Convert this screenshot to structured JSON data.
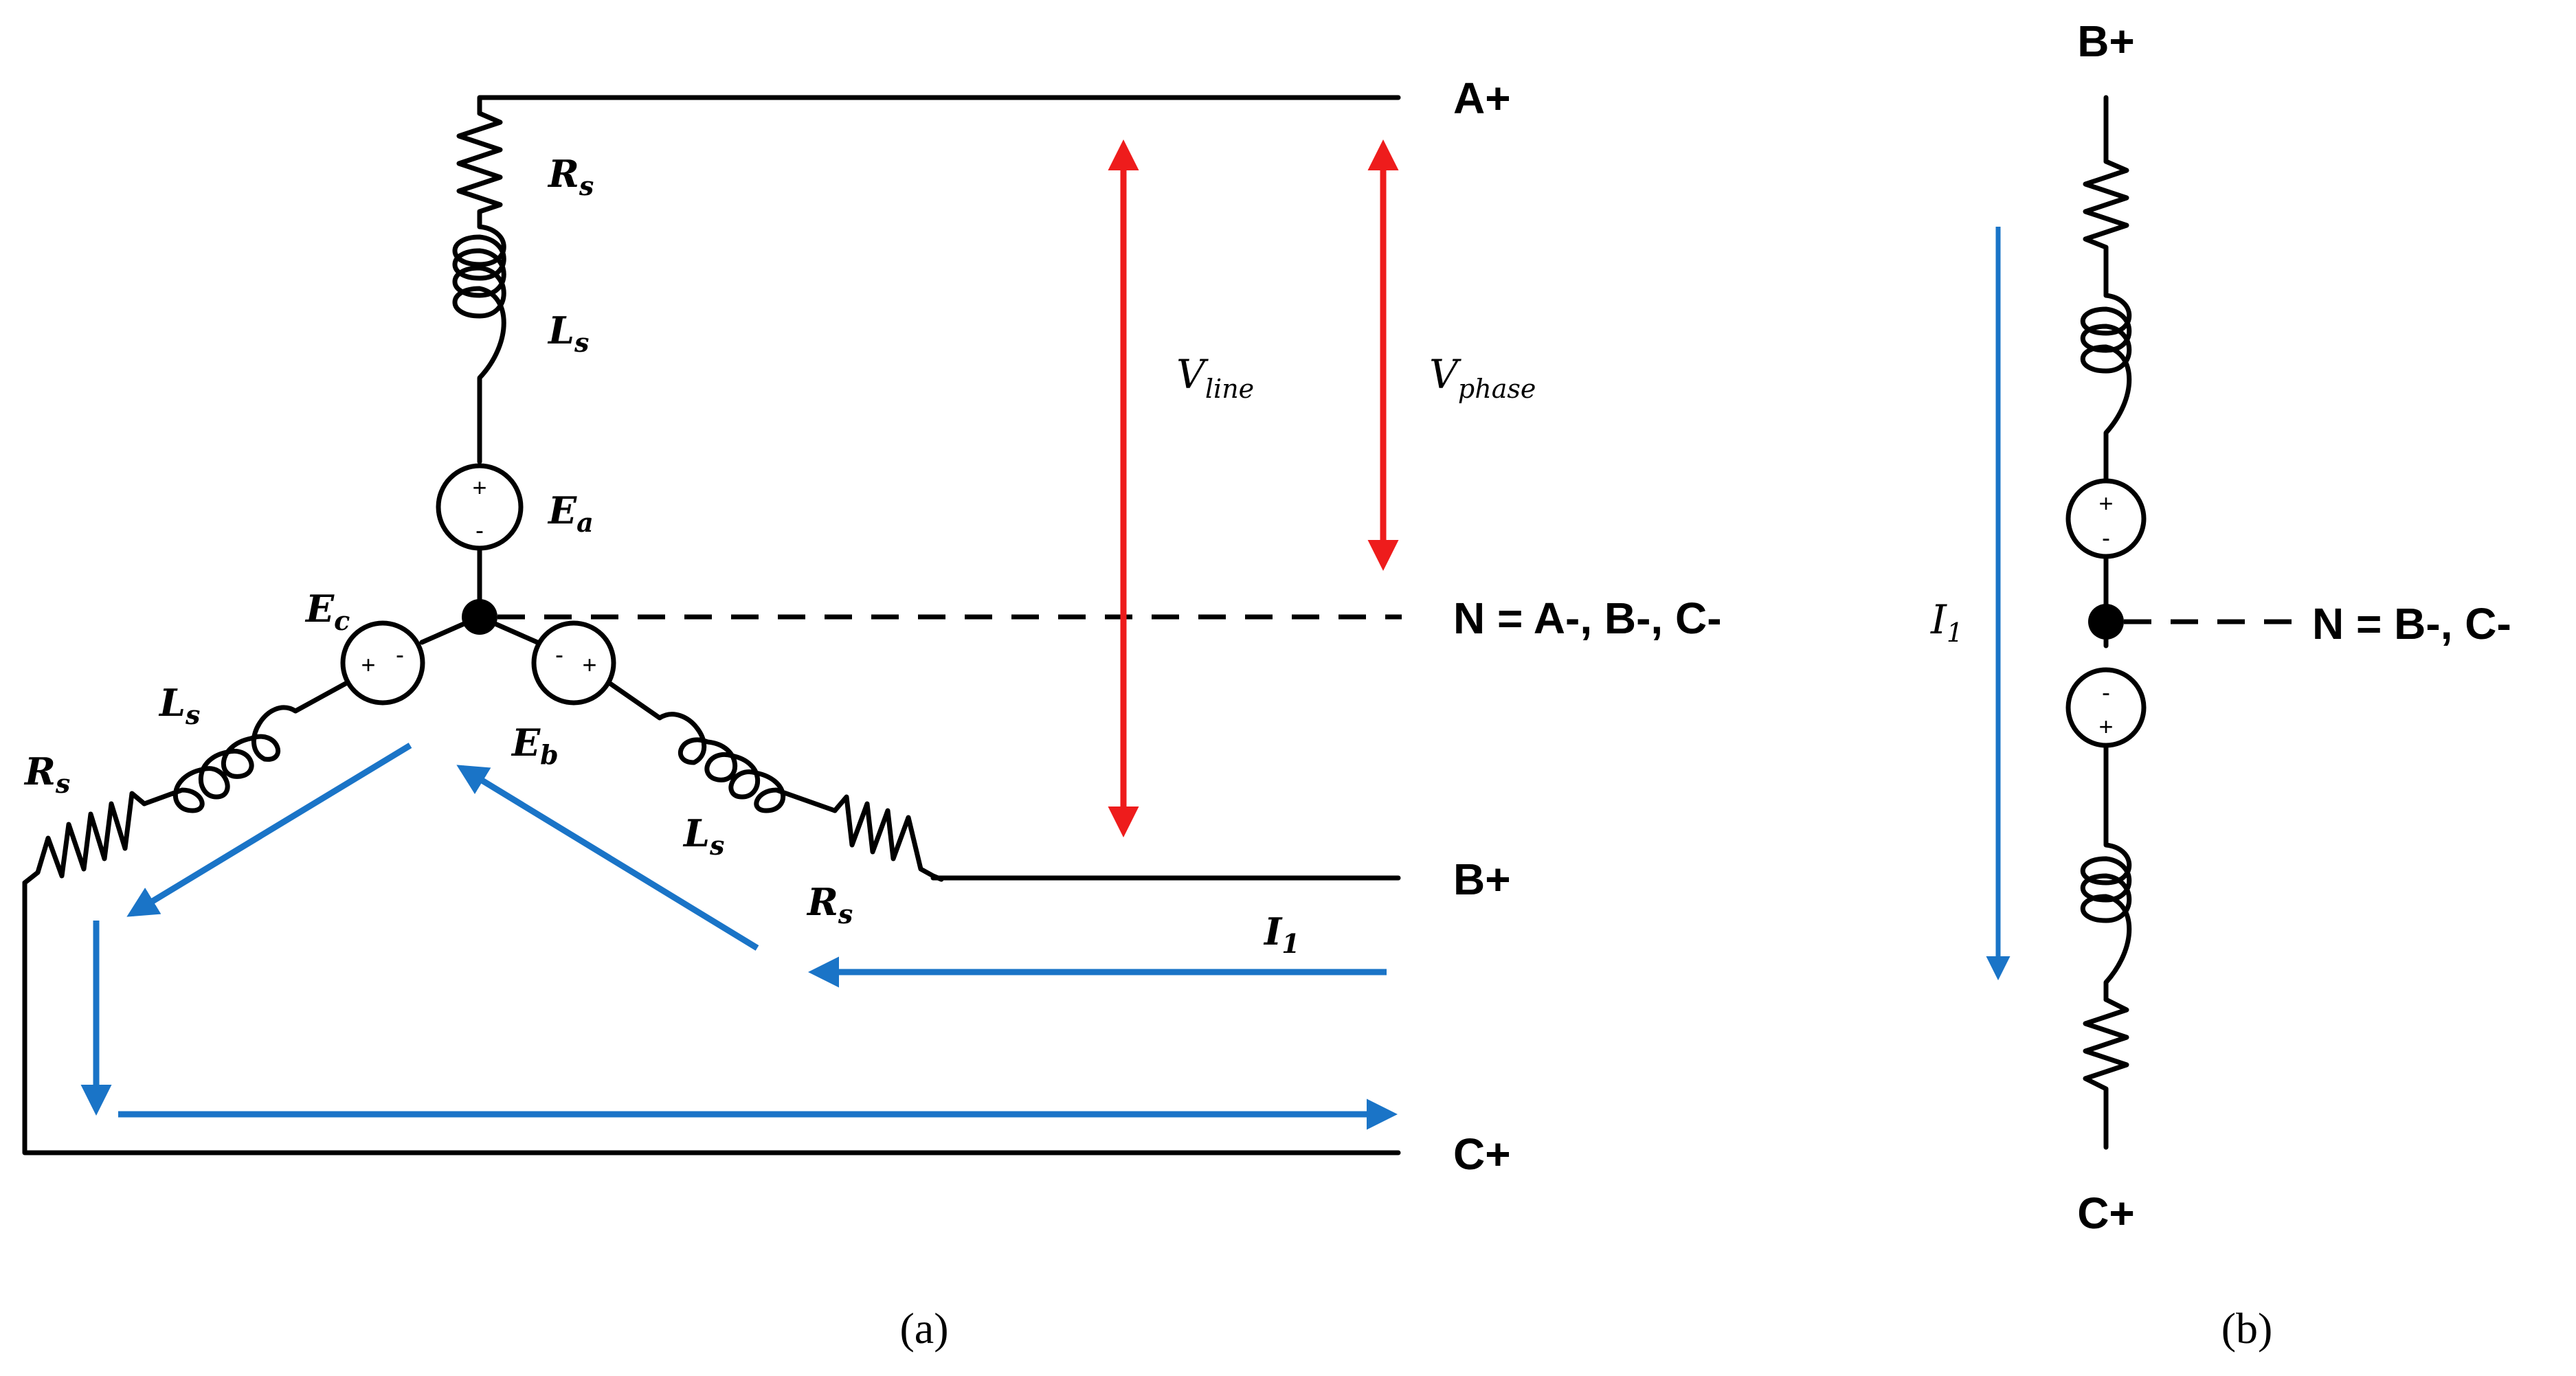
{
  "panel_a": {
    "terminals": {
      "a_plus": "A+",
      "b_plus": "B+",
      "c_plus": "C+",
      "neutral": "N = A-, B-, C-"
    },
    "labels": {
      "rs": "R",
      "rs_sub": "s",
      "ls": "L",
      "ls_sub": "s",
      "ea": "E",
      "ea_sub": "a",
      "eb": "E",
      "eb_sub": "b",
      "ec": "E",
      "ec_sub": "c",
      "i1": "I",
      "i1_sub": "1",
      "vline": "V",
      "vline_sub": "line",
      "vphase": "V",
      "vphase_sub": "phase"
    },
    "source_signs": {
      "plus": "+",
      "minus": "-"
    },
    "caption": "(a)"
  },
  "panel_b": {
    "terminals": {
      "b_plus": "B+",
      "c_plus": "C+",
      "neutral": "N = B-, C-"
    },
    "labels": {
      "i1": "I",
      "i1_sub": "1"
    },
    "caption": "(b)"
  },
  "colors": {
    "wire": "#000000",
    "current_arrow": "#1a74c7",
    "voltage_arrow": "#ee1c1c"
  }
}
